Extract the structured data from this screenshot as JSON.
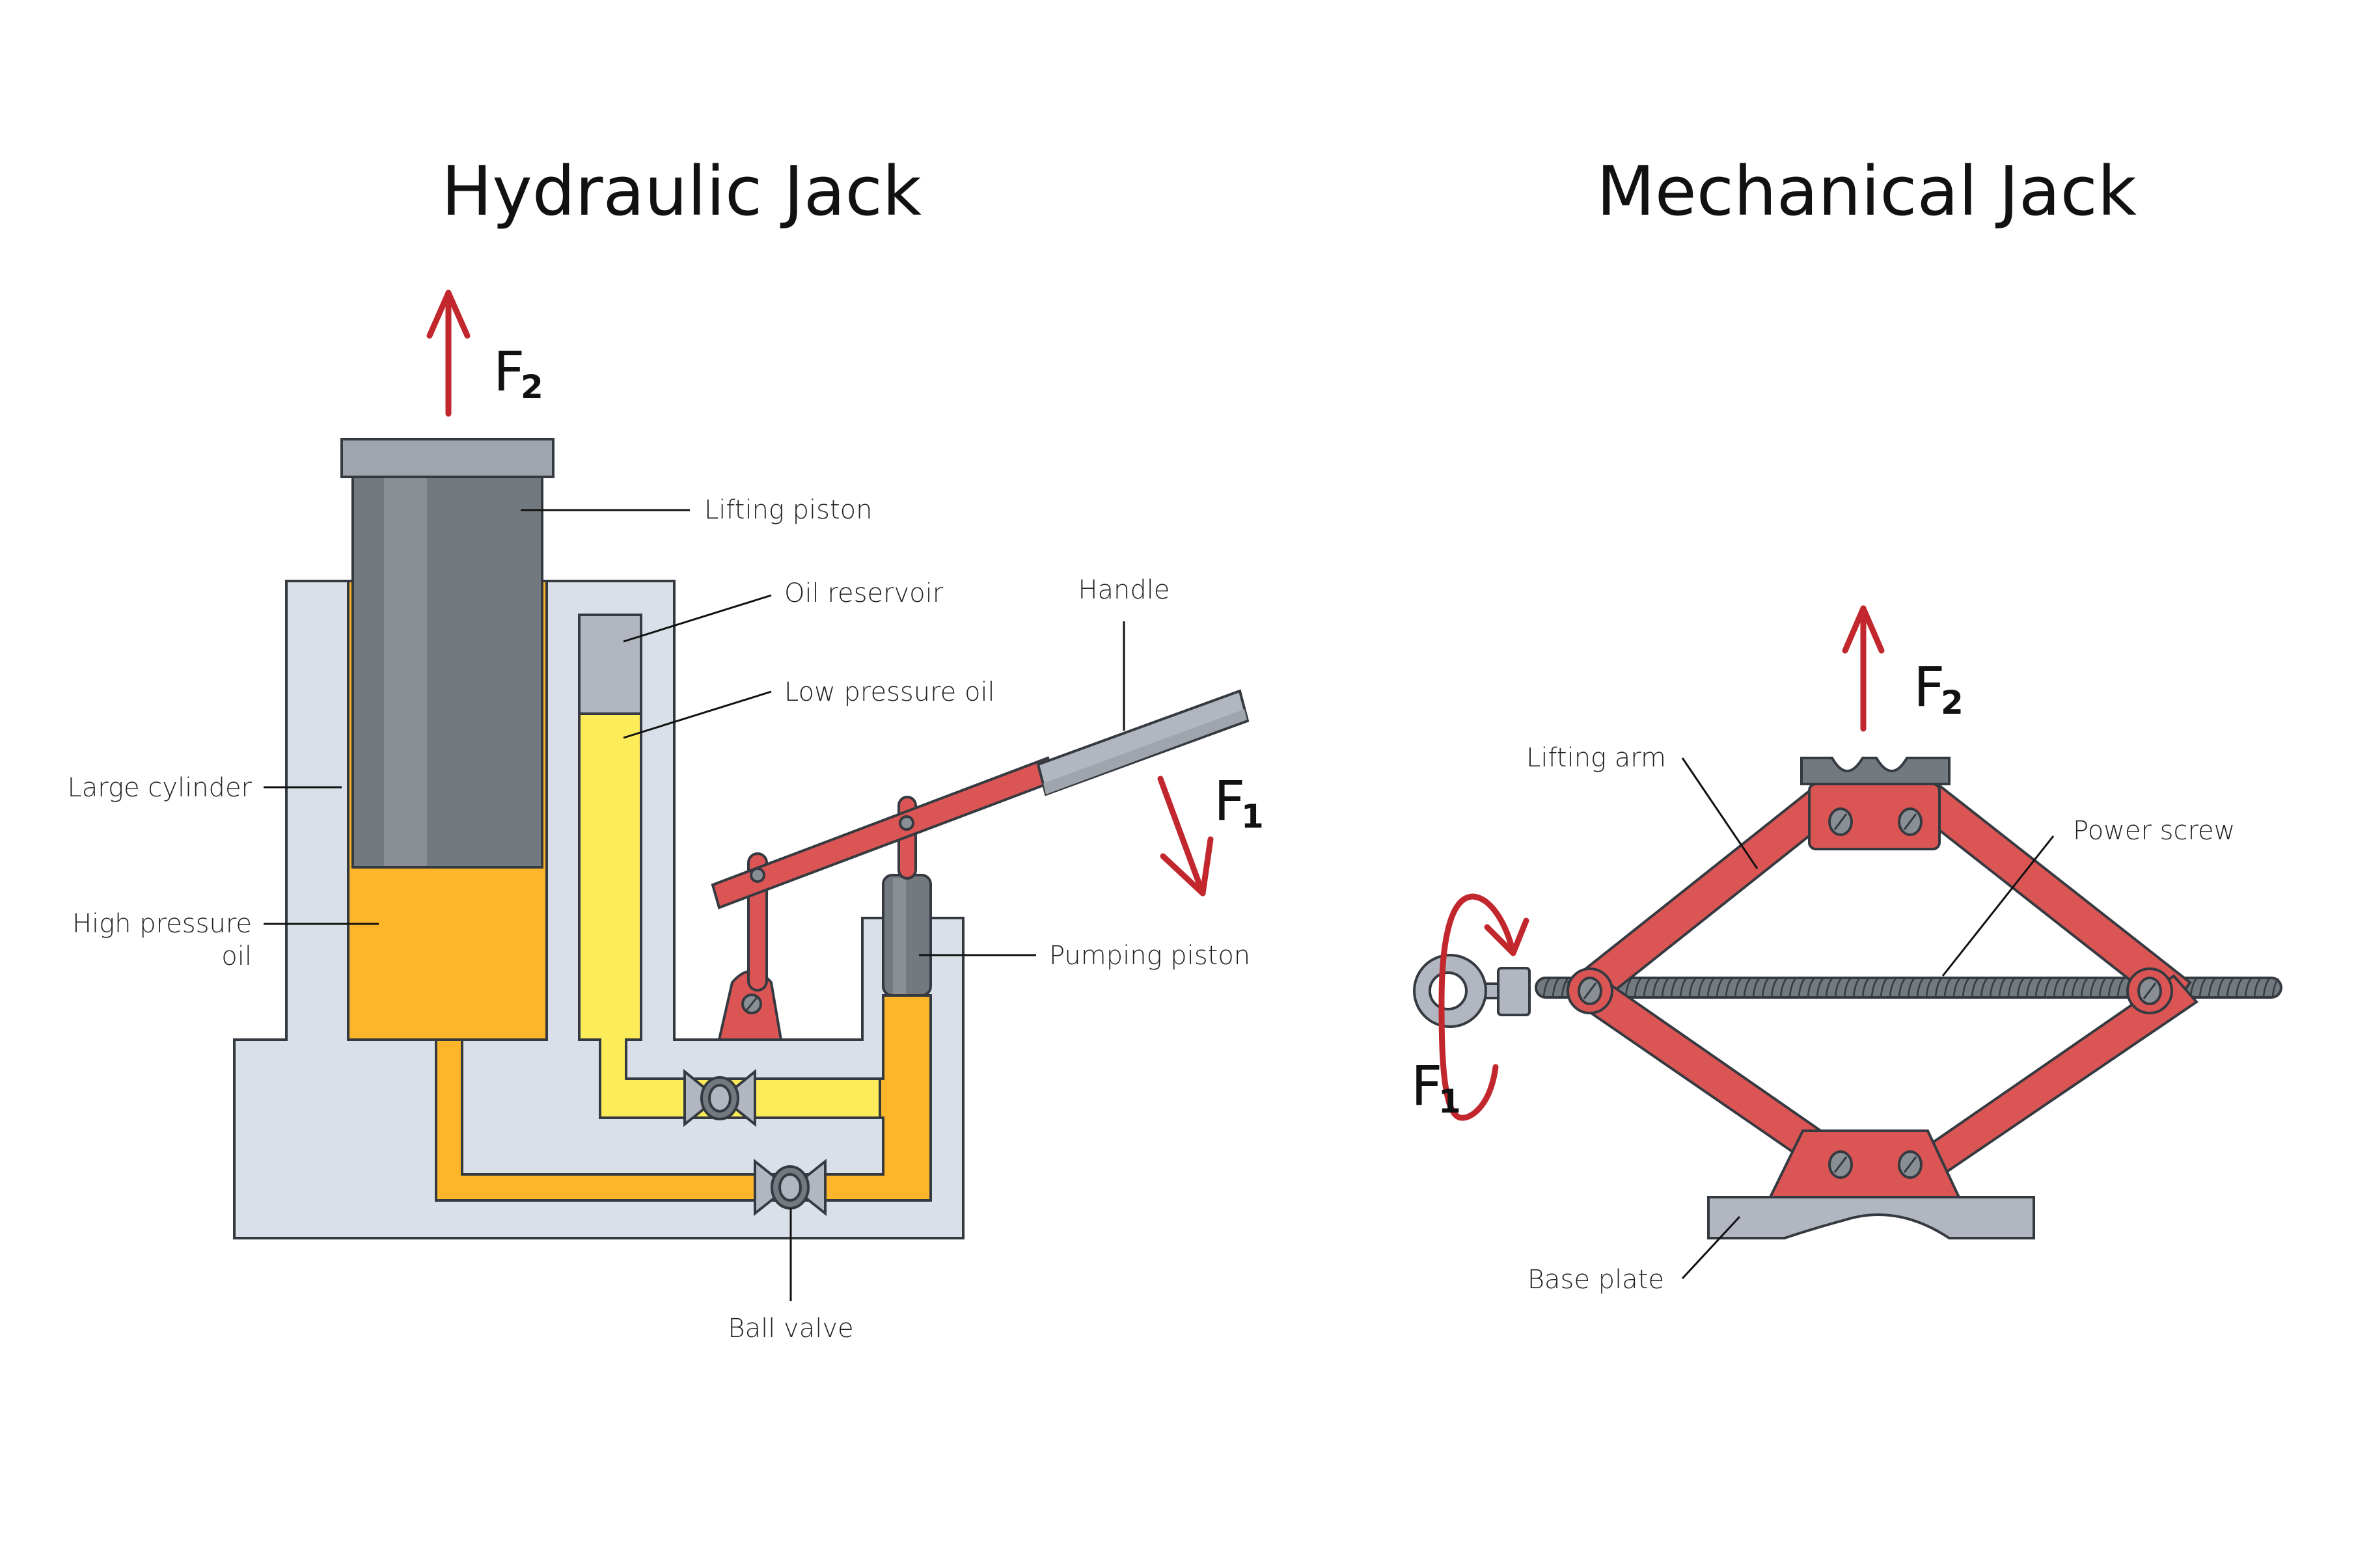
{
  "titles": {
    "hydraulic": "Hydraulic Jack",
    "mechanical": "Mechanical Jack"
  },
  "hydraulic": {
    "labels": {
      "lifting_piston": "Lifting piston",
      "oil_reservoir": "Oil reservoir",
      "low_pressure_oil": "Low pressure oil",
      "handle": "Handle",
      "large_cylinder": "Large cylinder",
      "high_pressure_oil_line1": "High pressure",
      "high_pressure_oil_line2": "oil",
      "pumping_piston": "Pumping piston",
      "ball_valve": "Ball valve"
    },
    "forces": {
      "f2": {
        "symbol": "F",
        "subscript": "2"
      },
      "f1": {
        "symbol": "F",
        "subscript": "1"
      }
    }
  },
  "mechanical": {
    "labels": {
      "lifting_arm": "Lifting arm",
      "power_screw": "Power screw",
      "base_plate": "Base plate"
    },
    "forces": {
      "f2": {
        "symbol": "F",
        "subscript": "2"
      },
      "f1": {
        "symbol": "F",
        "subscript": "1"
      }
    }
  },
  "colors": {
    "body": "#d9e0e9",
    "piston_dark": "#737a7f",
    "piston_light": "#8a8f96",
    "cap": "#9fa4ad",
    "reservoir_air": "#b1b6c1",
    "high_pressure_oil": "#fdb62a",
    "low_pressure_oil": "#fdec5a",
    "lever_red": "#dc5555",
    "force_arrow": "#c1272d",
    "outline": "#353a40"
  }
}
